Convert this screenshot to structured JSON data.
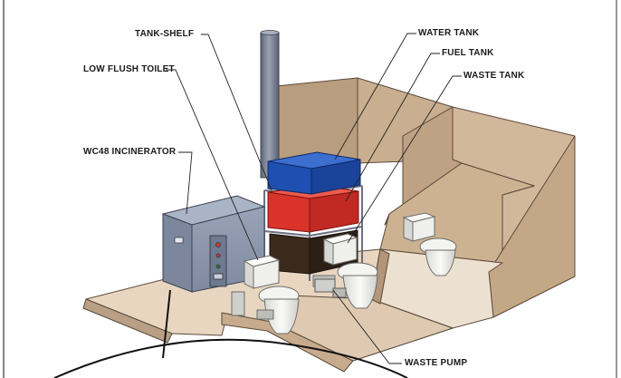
{
  "labels": {
    "tank_shelf": "TANK-SHELF",
    "low_flush_toilet": "LOW FLUSH TOILET",
    "wc48_incinerator": "WC48 INCINERATOR",
    "water_tank": "WATER TANK",
    "fuel_tank": "FUEL TANK",
    "waste_tank": "WASTE TANK",
    "waste_pump": "WASTE PUMP"
  },
  "colors": {
    "water_tank": "#1f4fb0",
    "fuel_tank": "#d9332a",
    "waste_tank": "#3a2a1c",
    "incinerator": "#8e9ab0",
    "wall": "#c8ad8e",
    "floor": "#e6d3bd",
    "chimney": "#7d8598",
    "toilet": "#f2f2f0"
  }
}
